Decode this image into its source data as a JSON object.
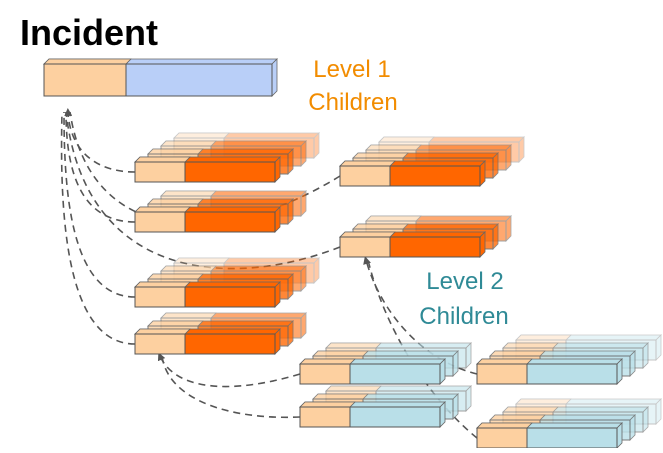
{
  "title": "Incident",
  "level1": {
    "line1": "Level 1",
    "line2": "Children"
  },
  "level2": {
    "line1": "Level 2",
    "line2": "Children"
  },
  "colors": {
    "incident_left": "#fdd0a0",
    "incident_right": "#b9cff8",
    "level1_left": "#fdd0a0",
    "level1_right": "#ff6600",
    "level2_left": "#fdd0a0",
    "level2_right": "#b9dfe8",
    "level1_text": "#f28c00",
    "level2_text": "#2f8a96",
    "connector": "#555555"
  }
}
